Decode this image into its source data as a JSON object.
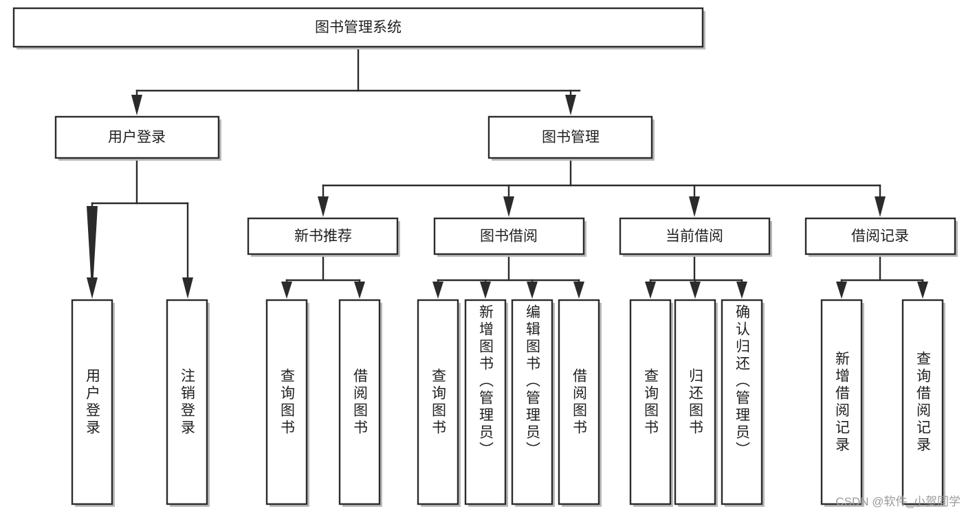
{
  "diagram": {
    "title": "图书管理系统",
    "type": "tree-hierarchy",
    "root": {
      "label": "图书管理系统"
    },
    "level2": [
      {
        "label": "用户登录"
      },
      {
        "label": "图书管理"
      }
    ],
    "level3": [
      {
        "label": "新书推荐"
      },
      {
        "label": "图书借阅"
      },
      {
        "label": "当前借阅"
      },
      {
        "label": "借阅记录"
      }
    ],
    "leaves": {
      "user_login": [
        {
          "label": "用户登录"
        },
        {
          "label": "注销登录"
        }
      ],
      "new_book_recommend": [
        {
          "label": "查询图书"
        },
        {
          "label": "借阅图书"
        }
      ],
      "book_borrow": [
        {
          "label": "查询图书"
        },
        {
          "label": "新增图书（管理员）"
        },
        {
          "label": "编辑图书（管理员）"
        },
        {
          "label": "借阅图书"
        }
      ],
      "current_borrow": [
        {
          "label": "查询图书"
        },
        {
          "label": "归还图书"
        },
        {
          "label": "确认归还（管理员）"
        }
      ],
      "borrow_record": [
        {
          "label": "新增借阅记录"
        },
        {
          "label": "查询借阅记录"
        }
      ]
    }
  },
  "watermark": {
    "text": "CSDN @软件_小贺同学"
  },
  "colors": {
    "background": "#ffffff",
    "stroke": "#2b2b2b",
    "text": "#1f1f1f",
    "shadow": "#b9b9b9",
    "watermark": "#9a9a9a"
  }
}
